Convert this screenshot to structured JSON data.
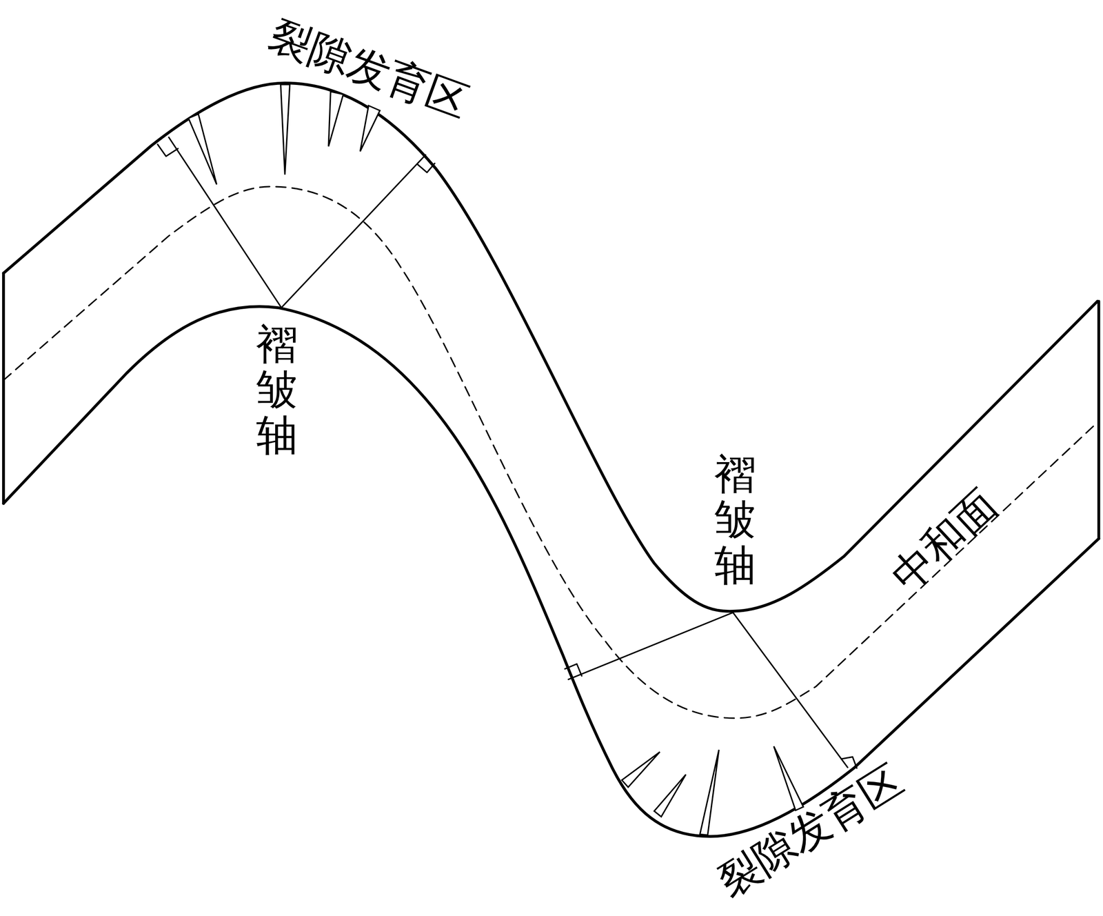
{
  "diagram": {
    "labels": [
      "裂隙发育区",
      "褶皱轴",
      "褶皱轴",
      "中和面",
      "裂隙发育区"
    ]
  }
}
